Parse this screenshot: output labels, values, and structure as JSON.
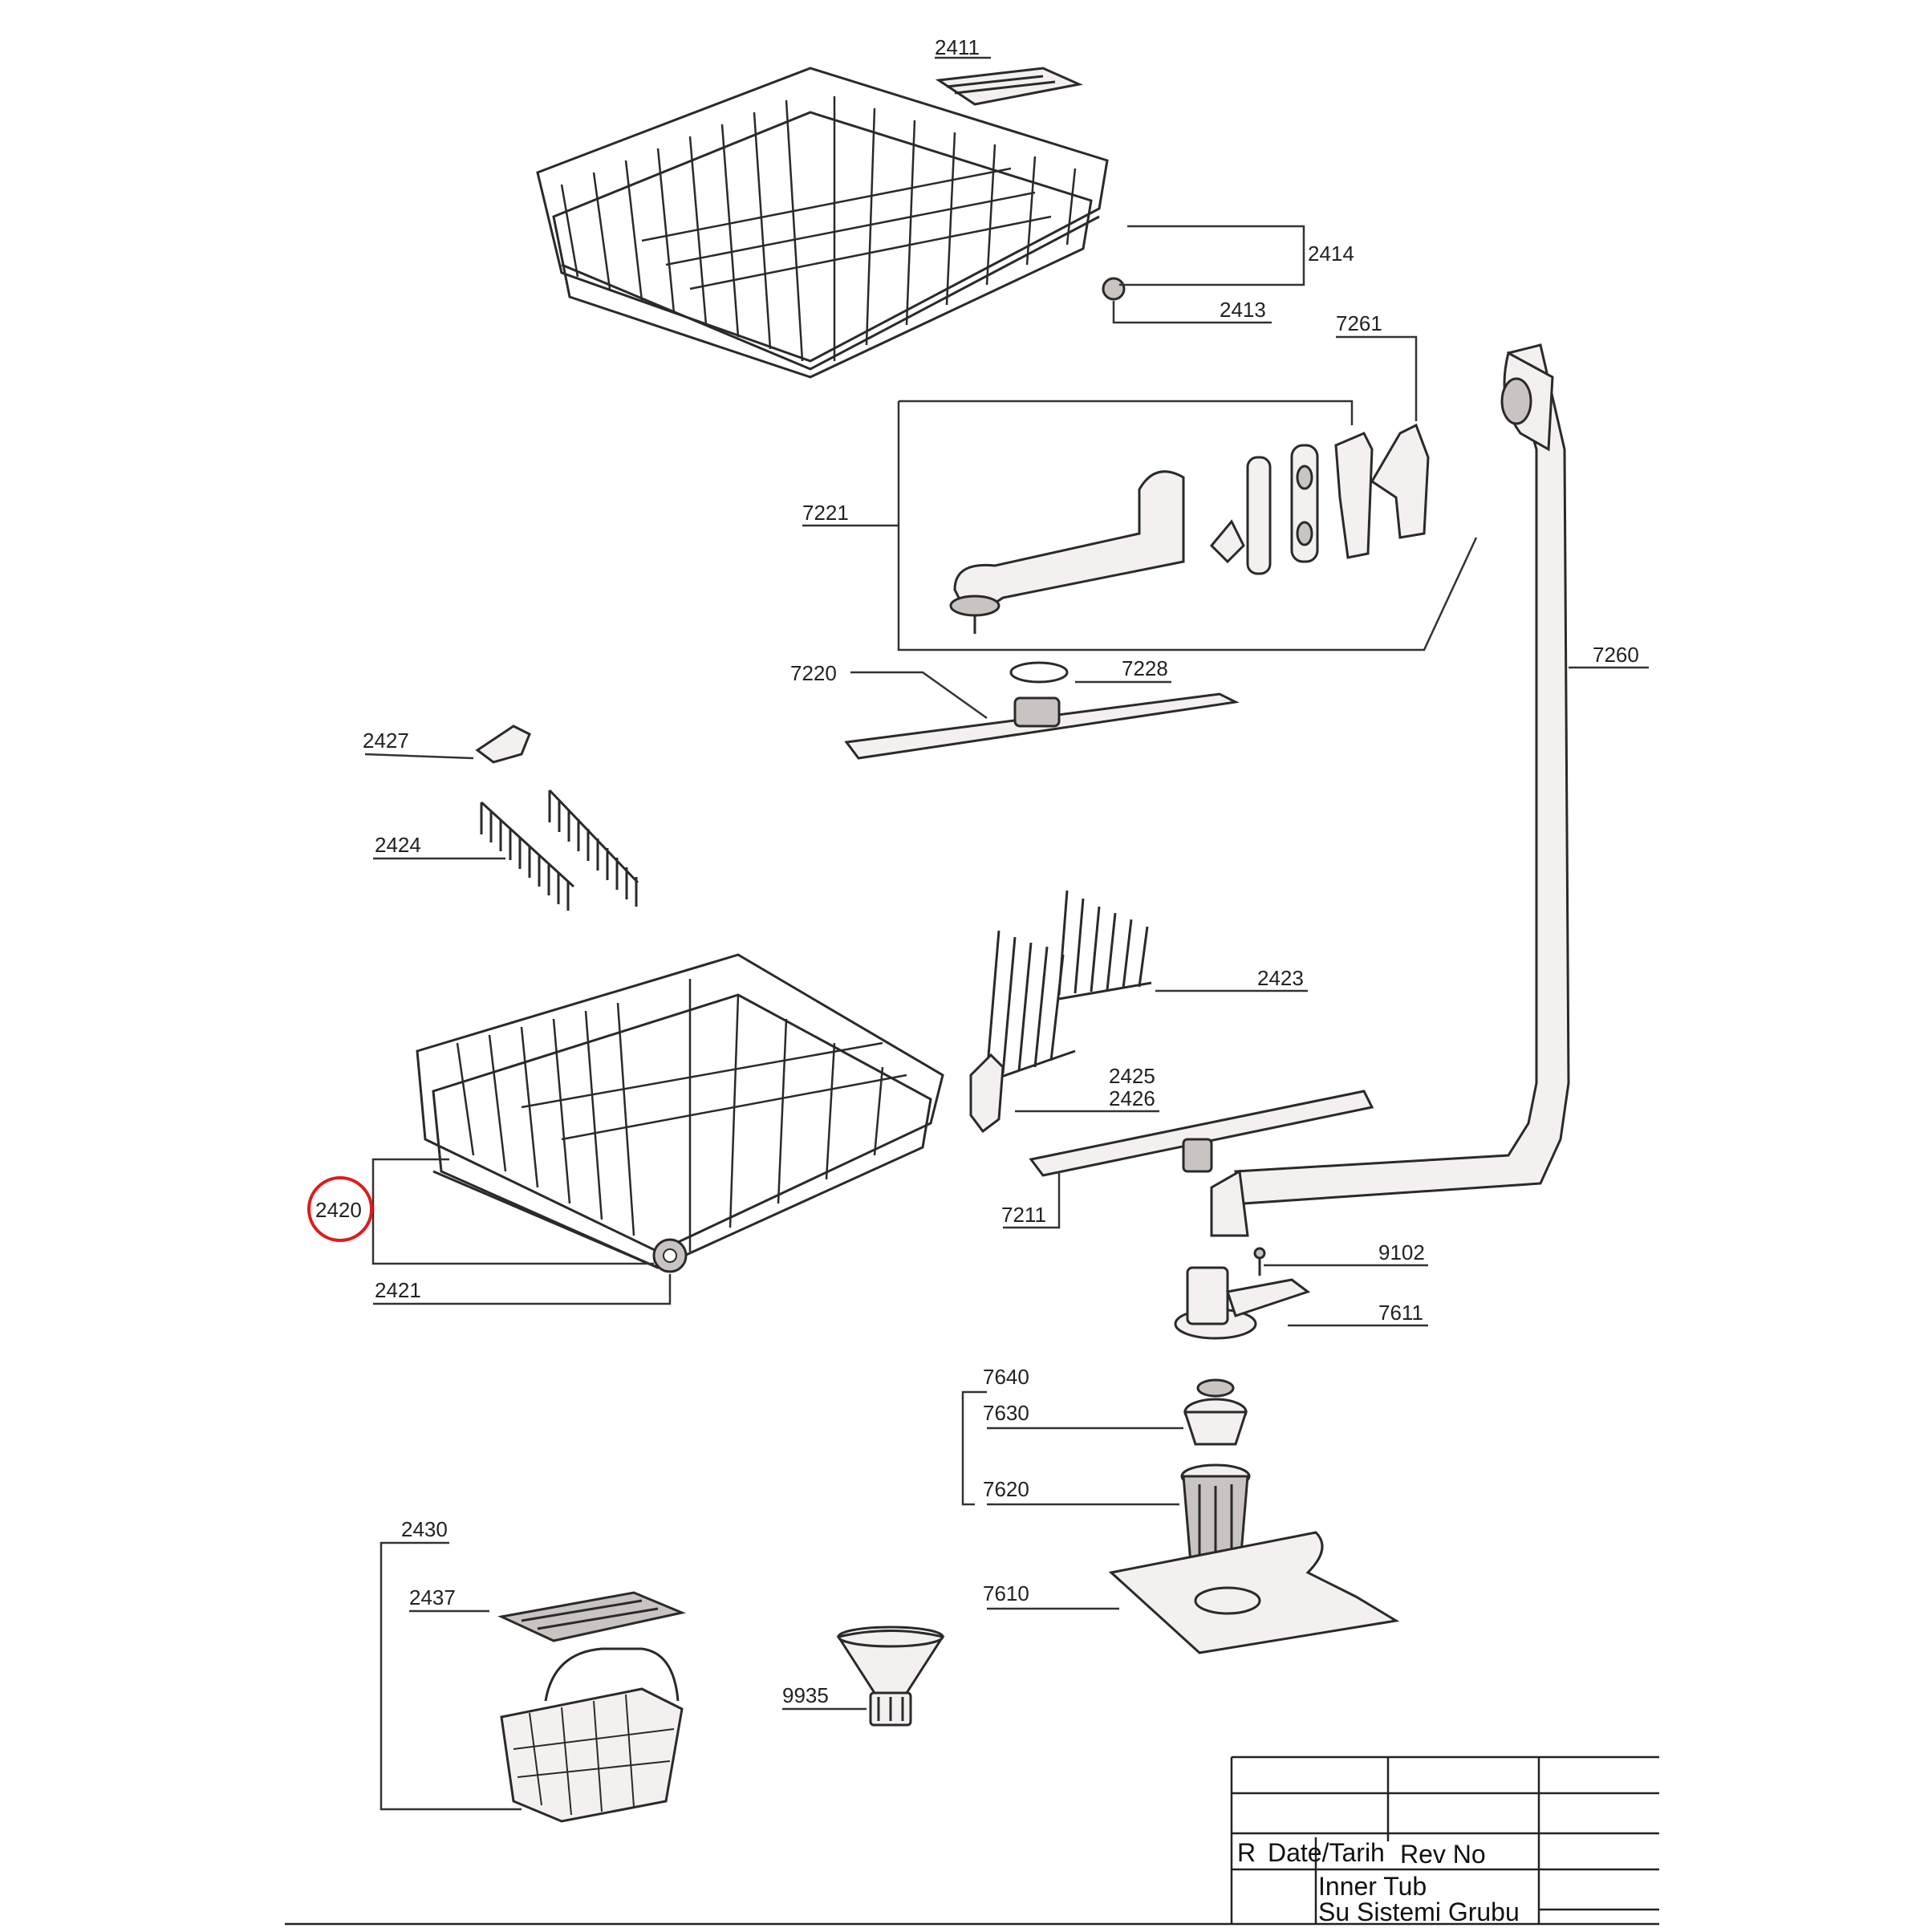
{
  "labels": {
    "p2411": "2411",
    "p2414": "2414",
    "p2413": "2413",
    "p7261": "7261",
    "p7221": "7221",
    "p7260": "7260",
    "p7220": "7220",
    "p7228": "7228",
    "p2427": "2427",
    "p2424": "2424",
    "p2423": "2423",
    "p2425": "2425",
    "p2426": "2426",
    "p7211": "7211",
    "p2420": "2420",
    "p2421": "2421",
    "p9102": "9102",
    "p7611": "7611",
    "p7640": "7640",
    "p7630": "7630",
    "p7620": "7620",
    "p7610": "7610",
    "p2430": "2430",
    "p2437": "2437",
    "p9935": "9935"
  },
  "highlight": {
    "label": "2420",
    "color": "#e01b1b"
  },
  "title_block": {
    "r": "R",
    "date": "Date/Tarih",
    "rev": "Rev No",
    "title1": "Inner Tub",
    "title2": "Su Sistemi Grubu"
  },
  "colors": {
    "line": "#2a2a2a",
    "highlight": "#e01b1b"
  }
}
